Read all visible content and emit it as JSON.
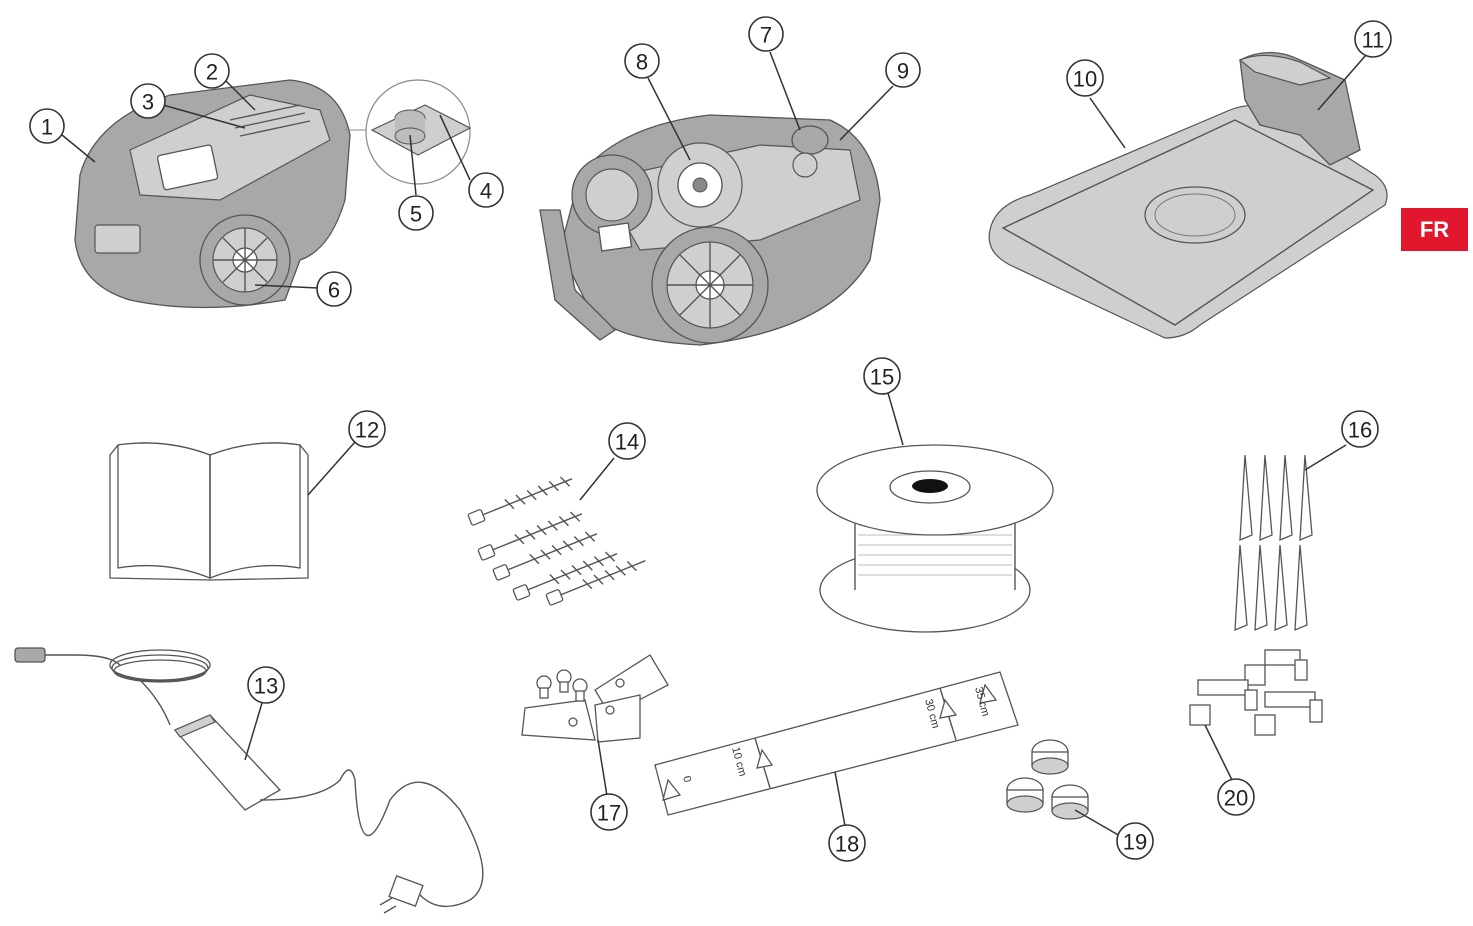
{
  "language_badge": "FR",
  "callouts": [
    "1",
    "2",
    "3",
    "4",
    "5",
    "6",
    "7",
    "8",
    "9",
    "10",
    "11",
    "12",
    "13",
    "14",
    "15",
    "16",
    "17",
    "18",
    "19",
    "20"
  ],
  "measuring_tape": {
    "marks": [
      "0",
      "10 cm",
      "30 cm",
      "35 cm"
    ]
  },
  "colors": {
    "badge": "#e2172d",
    "part_fill": "#a8a8a8",
    "outline": "#555555"
  }
}
